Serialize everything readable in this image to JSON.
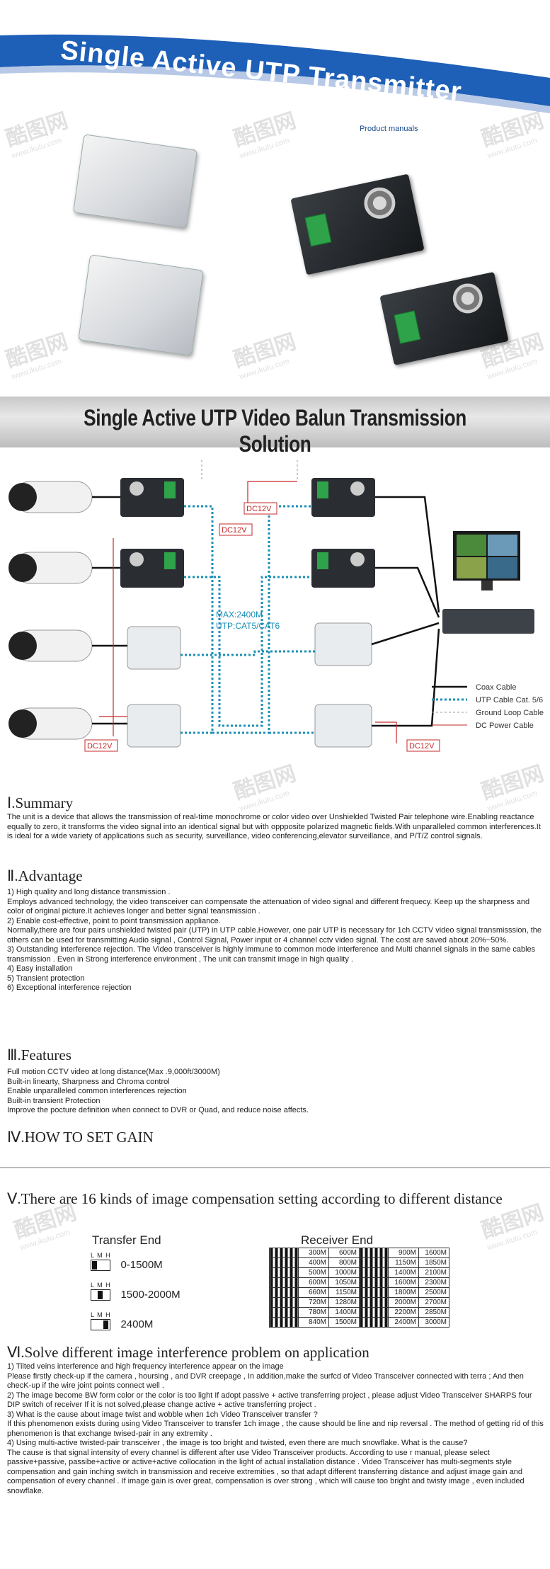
{
  "banner": {
    "title": "Single Active UTP Transmitter",
    "subtitle": "Product manuals"
  },
  "watermark": {
    "brand": "酷图网",
    "url": "www.ikutu.com"
  },
  "solution": {
    "title": "Single Active UTP Video Balun Transmission Solution",
    "max_distance": "MAX:2400M",
    "cable_type": "UTP:CAT5/CAT6",
    "dc_label": "DC12V",
    "legend": [
      "Coax Cable",
      "UTP Cable Cat. 5/6",
      "Ground Loop Cable",
      "DC Power Cable"
    ]
  },
  "summary": {
    "heading": "Ⅰ.Summary",
    "text": "The unit is a device that allows the transmission of real-time monochrome or color video over Unshielded Twisted Pair telephone wire.Enabling reactance equally to zero, it transforms the video signal into an identical signal but with oppposite polarized magnetic fields.With unparalleled common interferences.It is ideal for a wide variety of applications such as security, surveillance, video conferencing,elevator surveillance, and P/T/Z control signals."
  },
  "advantage": {
    "heading": "Ⅱ.Advantage",
    "items": [
      "1) High quality and long distance transmission .",
      "Employs advanced technology, the video transceiver can compensate the attenuation of video signal and different frequecy. Keep up the sharpness and color of original picture.It achieves longer and better signal teansmission .",
      "2) Enable cost-effective, point to point transmission appliance.",
      "Normally,there are four pairs unshielded twisted pair (UTP) in UTP cable.However, one pair UTP is necessary for 1ch CCTV video signal transmisssion, the others can be used for transmitting Audio signal , Control Signal, Power input or 4 channel cctv video signal. The cost are saved about 20%~50%.",
      "3) Outstanding interference rejection. The Video transceiver is highly immune to common mode interference and Multi channel signals in the same cables transmission . Even in Strong interference environment , The unit can transmit image in high quality .",
      "4) Easy installation",
      "5) Transient protection",
      "6) Exceptional interference rejection"
    ]
  },
  "features": {
    "heading": "Ⅲ.Features",
    "items": [
      "Full motion CCTV video at long distance(Max .9,000ft/3000M)",
      "Built-in linearty, Sharpness and Chroma control",
      "Enable unparalleled common interferences rejection",
      "Built-in transient Protection",
      "Improve the pocture definition when connect to DVR or Quad, and reduce noise affects."
    ]
  },
  "gain": {
    "heading": "Ⅳ.HOW TO SET GAIN"
  },
  "compensation": {
    "heading": "Ⅴ.There are 16 kinds of image compensation setting according to different distance",
    "transfer_title": "Transfer End",
    "lmh": "L M H",
    "transfer_rows": [
      "0-1500M",
      "1500-2000M",
      "2400M"
    ],
    "receiver_title": "Receiver End",
    "receiver_rows": [
      [
        "300M",
        "600M",
        "900M",
        "1600M"
      ],
      [
        "400M",
        "800M",
        "1150M",
        "1850M"
      ],
      [
        "500M",
        "1000M",
        "1400M",
        "2100M"
      ],
      [
        "600M",
        "1050M",
        "1600M",
        "2300M"
      ],
      [
        "660M",
        "1150M",
        "1800M",
        "2500M"
      ],
      [
        "720M",
        "1280M",
        "2000M",
        "2700M"
      ],
      [
        "780M",
        "1400M",
        "2200M",
        "2850M"
      ],
      [
        "840M",
        "1500M",
        "2400M",
        "3000M"
      ]
    ]
  },
  "interference": {
    "heading": "Ⅵ.Solve different image interference problem on application",
    "items": [
      "1) Tilted veins interference and high frequency interference appear on the image",
      "Please firstly check-up if the camera , hoursing , and DVR creepage , In addition,make the surfcd of Video Transceiver connected with terra ; And then checK-up if the wire joint points connect well .",
      "2) The image become BW form color or the color is too light If adopt passive + active transferring project , please adjust Video Transceiver SHARPS four DIP switch of receiver If it is not solved,please change active + active transferring project .",
      "3) What is the cause about image twist and wobble when 1ch Video Transceiver transfer ?",
      "If this phenomenon exists during using Video Transceiver to transfer 1ch image , the cause should be line and nip reversal . The method of getting rid of this phenomenon is that exchange twised-pair in any extremity .",
      "4) Using multi-active twisted-pair transceiver , the image is too bright and twisted, even there are much snowflake. What is the cause?",
      "The cause is that signal intensity of every channel is different after use Video Transceiver products. According to use r manual, please select passive+passive, passibe+active or active+active collocation in the light of actual installation distance . Video Transceiver has multi-segments style compensation and gain inching switch in transmission and receive extremities , so that adapt different transferring distance and adjust image gain and compensation of every channel . If image gain is over great, compensation is over strong , which will cause too bright and twisty image , even included snowflake."
    ]
  },
  "colors": {
    "banner_blue": "#1e5fb8",
    "dc_red": "#c62828",
    "utp_blue": "#1a8fb5"
  }
}
